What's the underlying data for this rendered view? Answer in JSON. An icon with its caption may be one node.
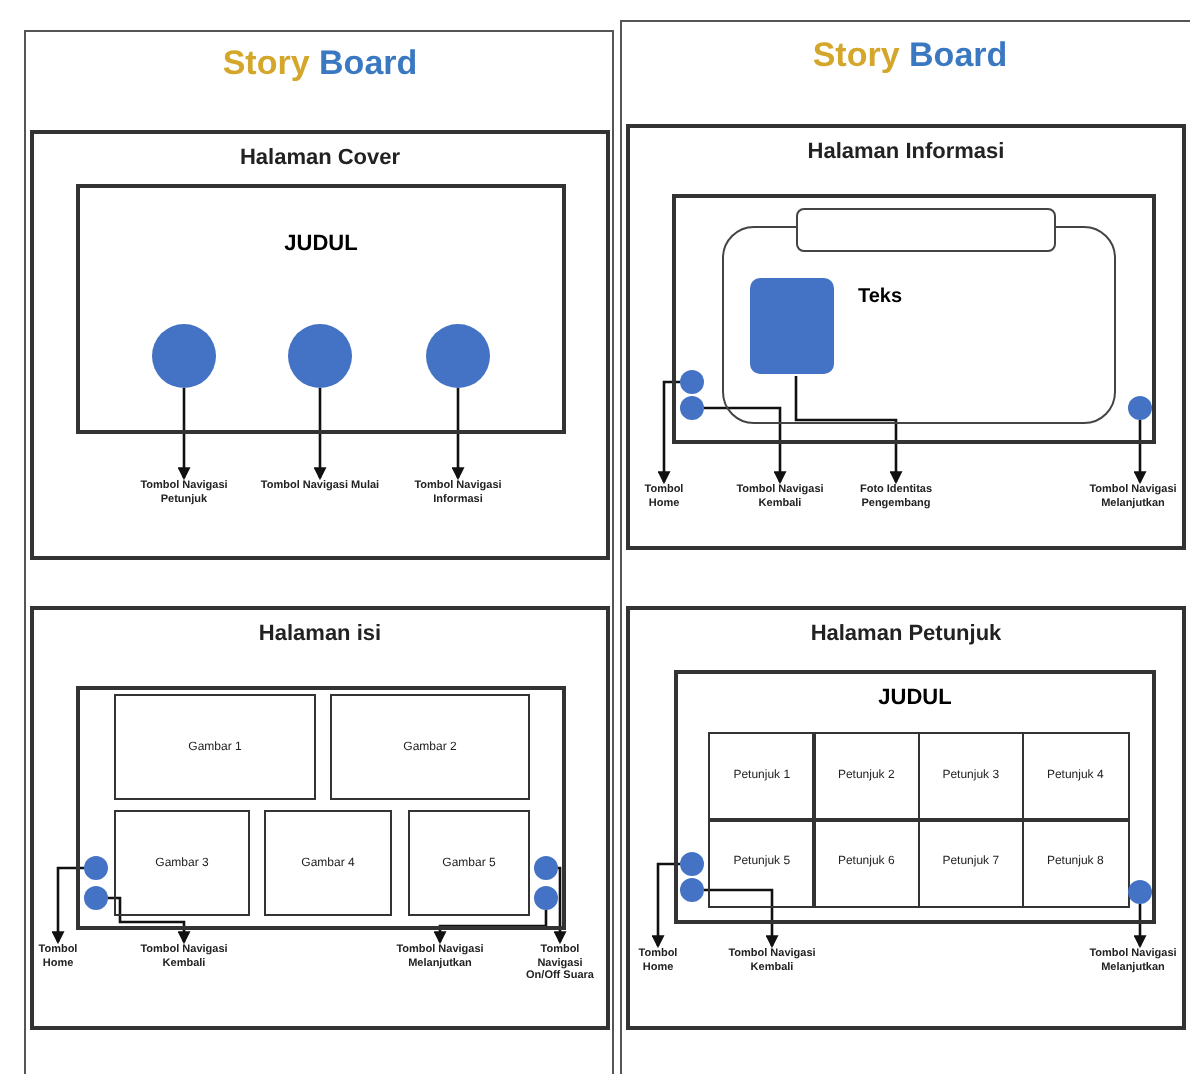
{
  "diagram": {
    "nodes": [
      {
        "text": [
          "Halaman Cover"
        ]
      },
      {
        "text": [
          "JUDUL"
        ],
        "in": 0
      },
      {
        "text": [],
        "shape": "circle",
        "in": 1
      },
      {
        "text": [],
        "shape": "circle",
        "in": 1
      },
      {
        "text": [],
        "shape": "circle",
        "in": 1
      },
      {
        "text": [
          "Tombol Navigasi Petunjuk"
        ],
        "in": 0
      },
      {
        "text": [
          "Tombol Navigasi Mulai"
        ],
        "in": 0
      },
      {
        "text": [
          "Tombol Navigasi Informasi"
        ],
        "in": 0
      },
      {
        "text": [
          "Halaman Informasi"
        ]
      },
      {
        "text": [],
        "shape": "box",
        "in": 8
      },
      {
        "text": [],
        "shape": "box",
        "in": 9
      },
      {
        "text": [],
        "shape": "box",
        "in": 9
      },
      {
        "text": [],
        "shape": "box",
        "in": 10
      },
      {
        "text": [
          "Teks"
        ],
        "in": 10
      },
      {
        "text": [],
        "shape": "circle",
        "in": 9
      },
      {
        "text": [],
        "shape": "circle",
        "in": 9
      },
      {
        "text": [],
        "shape": "circle",
        "in": 9
      },
      {
        "text": [
          "Tombol Home"
        ],
        "in": 8
      },
      {
        "text": [
          "Tombol Navigasi Kembali"
        ],
        "in": 8
      },
      {
        "text": [
          "Foto Identitas Pengembang"
        ],
        "in": 8
      },
      {
        "text": [
          "Tombol Navigasi Melanjutkan"
        ],
        "in": 8
      },
      {
        "text": [
          "Halaman isi"
        ]
      },
      {
        "text": [],
        "shape": "box",
        "in": 21
      },
      {
        "text": [
          "Gambar 1"
        ],
        "in": 22
      },
      {
        "text": [
          "Gambar 2"
        ],
        "in": 22
      },
      {
        "text": [
          "Gambar 3"
        ],
        "in": 22
      },
      {
        "text": [
          "Gambar 4"
        ],
        "in": 22
      },
      {
        "text": [
          "Gambar 5"
        ],
        "in": 22
      },
      {
        "text": [],
        "shape": "circle",
        "in": 22
      },
      {
        "text": [],
        "shape": "circle",
        "in": 22
      },
      {
        "text": [],
        "shape": "circle",
        "in": 22
      },
      {
        "text": [],
        "shape": "circle",
        "in": 22
      },
      {
        "text": [
          "Tombol Home"
        ],
        "in": 21
      },
      {
        "text": [
          "Tombol Navigasi Kembali"
        ],
        "in": 21
      },
      {
        "text": [
          "Tombol Navigasi Melanjutkan"
        ],
        "in": 21
      },
      {
        "text": [
          "Tombol Navigasi On/Off Suara"
        ],
        "in": 21
      },
      {
        "text": [
          "Halaman Petunjuk"
        ]
      },
      {
        "text": [
          "JUDUL"
        ],
        "in": 36
      },
      {
        "text": [
          "Petunjuk 1"
        ],
        "in": 37
      },
      {
        "text": [
          "Petunjuk 2"
        ],
        "in": 37
      },
      {
        "text": [
          "Petunjuk 3"
        ],
        "in": 37
      },
      {
        "text": [
          "Petunjuk 4"
        ],
        "in": 37
      },
      {
        "text": [
          "Petunjuk 5"
        ],
        "in": 37
      },
      {
        "text": [
          "Petunjuk 6"
        ],
        "in": 37
      },
      {
        "text": [
          "Petunjuk 7"
        ],
        "in": 37
      },
      {
        "text": [
          "Petunjuk 8"
        ],
        "in": 37
      },
      {
        "text": [],
        "shape": "circle",
        "in": 37
      },
      {
        "text": [],
        "shape": "circle",
        "in": 37
      },
      {
        "text": [],
        "shape": "circle",
        "in": 37
      },
      {
        "text": [
          "Tombol Home"
        ],
        "in": 36
      },
      {
        "text": [
          "Tombol Navigasi Kembali"
        ],
        "in": 36
      },
      {
        "text": [
          "Tombol Navigasi Melanjutkan"
        ],
        "in": 36
      }
    ],
    "edges": [
      {
        "from": 2,
        "to": 5,
        "arrow": "to"
      },
      {
        "from": 3,
        "to": 6,
        "arrow": "to"
      },
      {
        "from": 4,
        "to": 7,
        "arrow": "to"
      },
      {
        "from": 14,
        "to": 17,
        "arrow": "to"
      },
      {
        "from": 15,
        "to": 18,
        "arrow": "to"
      },
      {
        "from": 12,
        "to": 19,
        "arrow": "to"
      },
      {
        "from": 16,
        "to": 20,
        "arrow": "to"
      },
      {
        "from": 28,
        "to": 32,
        "arrow": "to"
      },
      {
        "from": 29,
        "to": 33,
        "arrow": "to"
      },
      {
        "from": 31,
        "to": 34,
        "arrow": "to"
      },
      {
        "from": 30,
        "to": 35,
        "arrow": "to"
      },
      {
        "from": 46,
        "to": 49,
        "arrow": "to"
      },
      {
        "from": 47,
        "to": 50,
        "arrow": "to"
      },
      {
        "from": 48,
        "to": 51,
        "arrow": "to"
      }
    ],
    "labels": [
      "Story Board",
      "Story Board"
    ]
  }
}
